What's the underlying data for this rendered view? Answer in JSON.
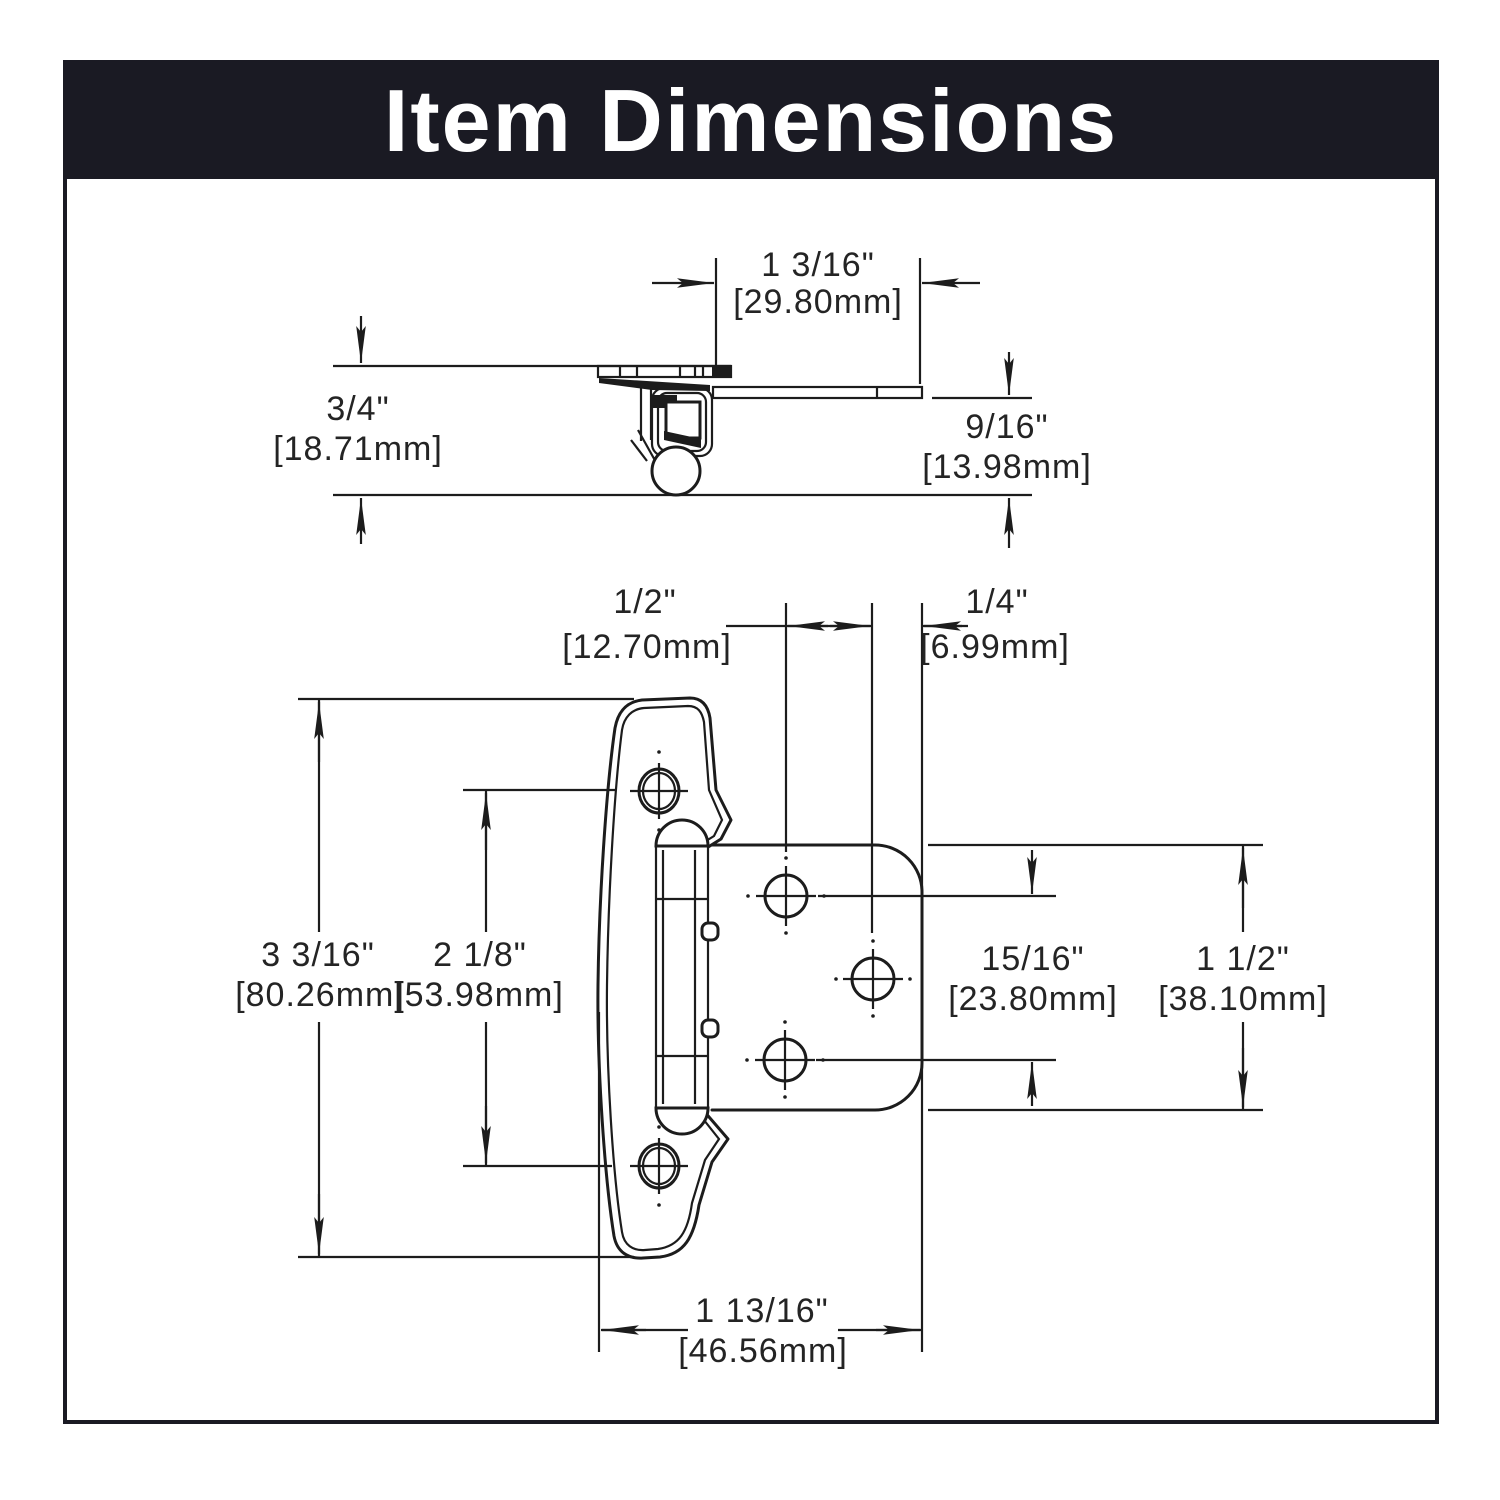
{
  "banner": {
    "title": "Item Dimensions"
  },
  "colors": {
    "banner_bg": "#1a1a23",
    "banner_text": "#ffffff",
    "line": "#1c1c1c",
    "background": "#ffffff"
  },
  "dimensions": {
    "offset_top": {
      "inch": "1 3/16\"",
      "mm": "[29.80mm]"
    },
    "depth": {
      "inch": "3/4\"",
      "mm": "[18.71mm]"
    },
    "flap_depth": {
      "inch": "9/16\"",
      "mm": "[13.98mm]"
    },
    "hole_inset": {
      "inch": "1/2\"",
      "mm": "[12.70mm]"
    },
    "edge_offset": {
      "inch": "1/4\"",
      "mm": "[6.99mm]"
    },
    "wing_height": {
      "inch": "3 3/16\"",
      "mm": "[80.26mm]"
    },
    "wing_hole_spacing": {
      "inch": "2 1/8\"",
      "mm": "[53.98mm]"
    },
    "flap_hole_spacing": {
      "inch": "15/16\"",
      "mm": "[23.80mm]"
    },
    "flap_height": {
      "inch": "1 1/2\"",
      "mm": "[38.10mm]"
    },
    "overall_width": {
      "inch": "1 13/16\"",
      "mm": "[46.56mm]"
    }
  }
}
